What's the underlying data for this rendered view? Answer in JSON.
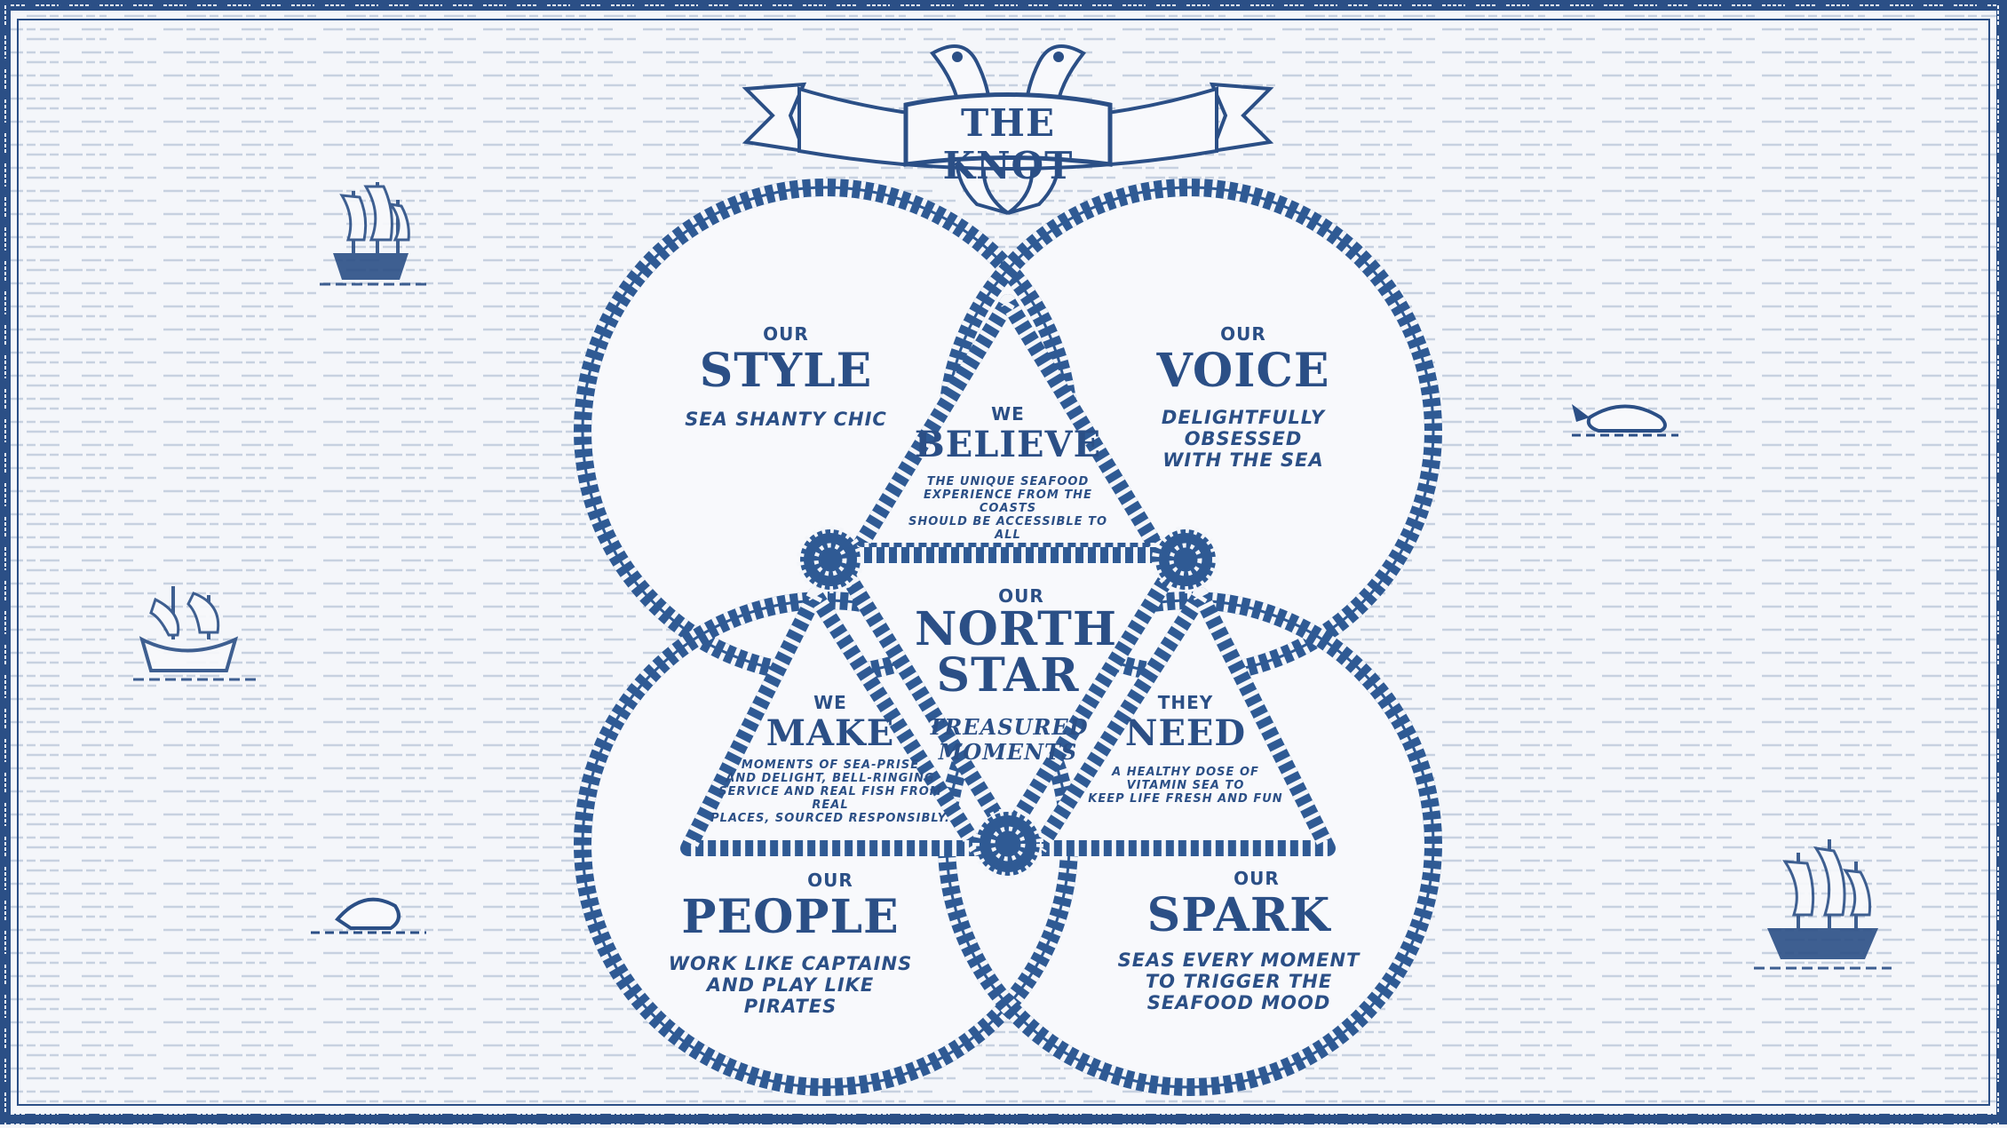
{
  "banner": {
    "title": "THE KNOT"
  },
  "circles": {
    "style": {
      "prefix": "OUR",
      "title": "STYLE",
      "desc": "SEA SHANTY CHIC"
    },
    "voice": {
      "prefix": "OUR",
      "title": "VOICE",
      "desc_line1": "DELIGHTFULLY OBSESSED",
      "desc_line2": "WITH THE SEA"
    },
    "people": {
      "prefix": "OUR",
      "title": "PEOPLE",
      "desc_line1": "WORK LIKE CAPTAINS",
      "desc_line2": "AND PLAY LIKE PIRATES"
    },
    "spark": {
      "prefix": "OUR",
      "title": "SPARK",
      "desc_line1": "SEAS EVERY MOMENT",
      "desc_line2": "TO TRIGGER THE",
      "desc_line3": "SEAFOOD MOOD"
    }
  },
  "triangles": {
    "believe": {
      "prefix": "WE",
      "title": "BELIEVE",
      "desc_line1": "THE UNIQUE SEAFOOD",
      "desc_line2": "EXPERIENCE FROM THE COASTS",
      "desc_line3": "SHOULD BE ACCESSIBLE TO ALL"
    },
    "north_star": {
      "prefix": "OUR",
      "title_line1": "NORTH",
      "title_line2": "STAR",
      "desc_line1": "TREASURED",
      "desc_line2": "MOMENTS"
    },
    "make": {
      "prefix": "WE",
      "title": "MAKE",
      "desc_line1": "MOMENTS OF SEA-PRISE",
      "desc_line2": "AND DELIGHT, BELL-RINGING",
      "desc_line3": "SERVICE AND REAL FISH FROM REAL",
      "desc_line4": "PLACES, SOURCED RESPONSIBLY."
    },
    "need": {
      "prefix": "THEY",
      "title": "NEED",
      "desc_line1": "A HEALTHY DOSE OF",
      "desc_line2": "VITAMIN SEA TO",
      "desc_line3": "KEEP LIFE FRESH AND FUN"
    }
  },
  "colors": {
    "ink": "#2b4f86",
    "paper": "#f4f6fa",
    "rope": "#2f5a94"
  },
  "icons": [
    "fish-icon",
    "ship-icon",
    "whale-icon",
    "rope-knot-icon",
    "banner-ribbon-icon"
  ]
}
